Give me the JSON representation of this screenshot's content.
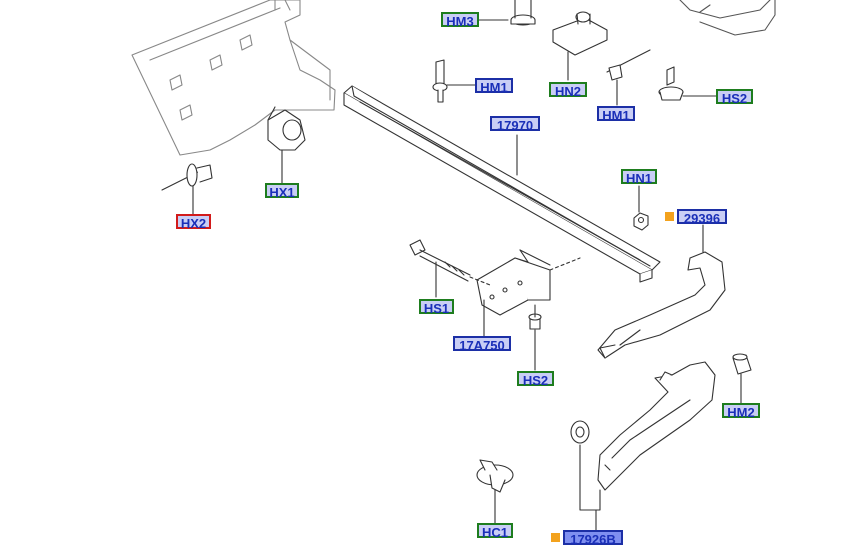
{
  "labels": {
    "hm3": "HM3",
    "hm1_a": "HM1",
    "hn2": "HN2",
    "hm1_b": "HM1",
    "hs2_a": "HS2",
    "p17970": "17970",
    "hx1": "HX1",
    "hx2": "HX2",
    "hn1": "HN1",
    "p29396": "29396",
    "hs1": "HS1",
    "p17a750": "17A750",
    "hs2_b": "HS2",
    "hm2": "HM2",
    "hc1": "HC1",
    "p17926b": "17926B"
  },
  "colors": {
    "green_border": "#1e7d1e",
    "blue_border": "#1c2fa6",
    "red_border": "#d21b1b",
    "label_fill": "#c9cef5",
    "label_text": "#1a2fb8",
    "highlight_tag": "#f3a21d"
  }
}
